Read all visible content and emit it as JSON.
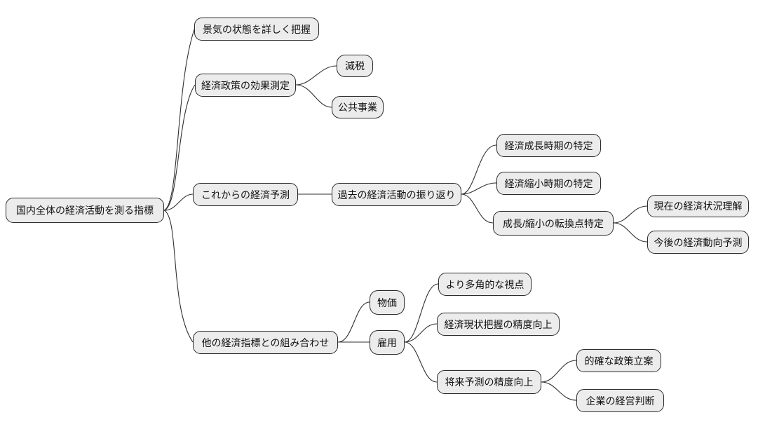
{
  "colors": {
    "background": "#ffffff",
    "node_fill": "#ececec",
    "node_border": "#2b2b2b",
    "edge": "#2f2f2f",
    "text": "#111111"
  },
  "nodes": [
    {
      "label": "国内全体の経済活動を測る指標"
    },
    {
      "label": "景気の状態を詳しく把握"
    },
    {
      "label": "経済政策の効果測定"
    },
    {
      "label": "減税"
    },
    {
      "label": "公共事業"
    },
    {
      "label": "これからの経済予測"
    },
    {
      "label": "過去の経済活動の振り返り"
    },
    {
      "label": "経済成長時期の特定"
    },
    {
      "label": "経済縮小時期の特定"
    },
    {
      "label": "成長/縮小の転換点特定"
    },
    {
      "label": "現在の経済状況理解"
    },
    {
      "label": "今後の経済動向予測"
    },
    {
      "label": "他の経済指標との組み合わせ"
    },
    {
      "label": "物価"
    },
    {
      "label": "雇用"
    },
    {
      "label": "より多角的な視点"
    },
    {
      "label": "経済現状把握の精度向上"
    },
    {
      "label": "将来予測の精度向上"
    },
    {
      "label": "的確な政策立案"
    },
    {
      "label": "企業の経営判断"
    }
  ],
  "edges": [
    [
      0,
      1
    ],
    [
      0,
      2
    ],
    [
      2,
      3
    ],
    [
      2,
      4
    ],
    [
      0,
      5
    ],
    [
      5,
      6
    ],
    [
      6,
      7
    ],
    [
      6,
      8
    ],
    [
      6,
      9
    ],
    [
      9,
      10
    ],
    [
      9,
      11
    ],
    [
      0,
      12
    ],
    [
      12,
      13
    ],
    [
      12,
      14
    ],
    [
      14,
      15
    ],
    [
      14,
      16
    ],
    [
      14,
      17
    ],
    [
      17,
      18
    ],
    [
      17,
      19
    ]
  ]
}
